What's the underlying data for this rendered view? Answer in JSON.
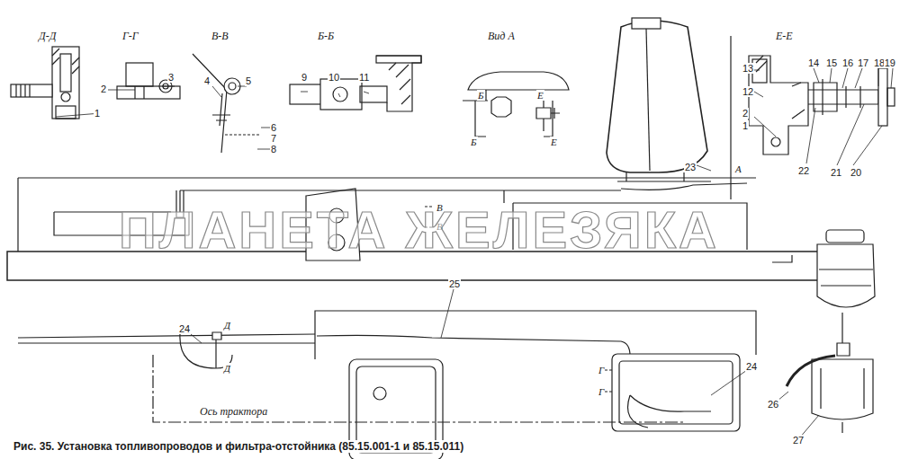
{
  "diagram": {
    "caption": "Рис. 35. Установка топливопроводов и фильтра-отстойника (85.15.001-1 и 85.15.011)",
    "labels": [
      "Д-Д",
      "2",
      "1",
      "Г-Г",
      "3",
      "В-В",
      "4",
      "5",
      "6",
      "7",
      "8",
      "Б-Б",
      "9",
      "10",
      "11",
      "Вид А",
      "Б",
      "Е",
      "Б",
      "Е",
      "Е-Е",
      "13",
      "12",
      "2",
      "1",
      "14",
      "15",
      "16",
      "17",
      "18",
      "19",
      "20",
      "21",
      "22",
      "23",
      "А",
      "В",
      "В",
      "24",
      "Д",
      "Д",
      "25",
      "24",
      "Г",
      "Г",
      "Ось трактора",
      "26",
      "27",
      "ПЛАНЕТА ЖЕЛЕЗЯКА"
    ]
  }
}
